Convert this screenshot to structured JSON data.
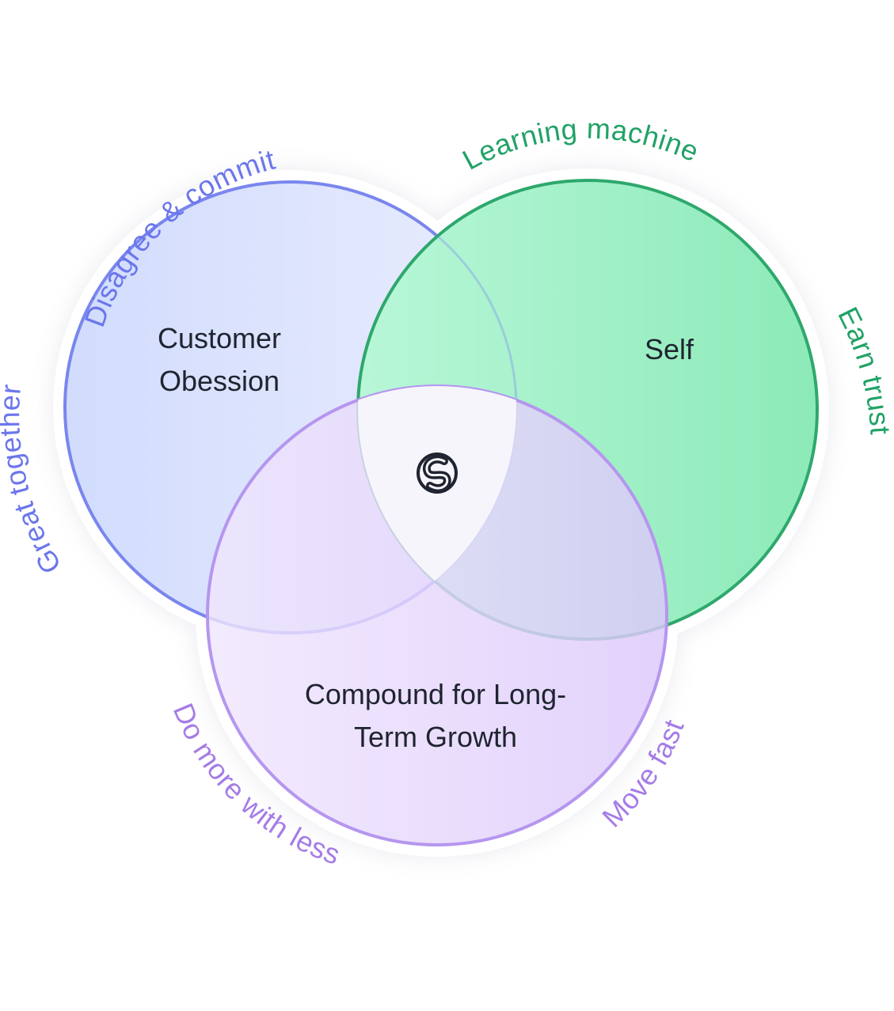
{
  "circles": {
    "blue": {
      "label_lines": [
        "Customer",
        "Obession"
      ],
      "arc_labels": [
        "Disagree & commit",
        "Great together"
      ],
      "stroke": "#7a86ee",
      "fill_start": "#d1dcfd",
      "fill_end": "#e9ecfd",
      "text_color": "#6b76ec"
    },
    "green": {
      "label_lines": [
        "Self"
      ],
      "arc_labels": [
        "Learning machine",
        "Earn trust"
      ],
      "stroke": "#2ea86c",
      "fill_start": "#b8f7d8",
      "fill_end": "#8ceab8",
      "text_color": "#21a266"
    },
    "purple": {
      "label_lines": [
        "Compound for Long-",
        "Term Growth"
      ],
      "arc_labels": [
        "Do more with less",
        "Move fast"
      ],
      "stroke": "#b596ef",
      "fill_start": "#f0e6fd",
      "fill_end": "#dcc8fb",
      "text_color": "#a57ce6"
    }
  },
  "center": {
    "logo": "s-logo-icon",
    "fill": "#f5f5fb"
  }
}
